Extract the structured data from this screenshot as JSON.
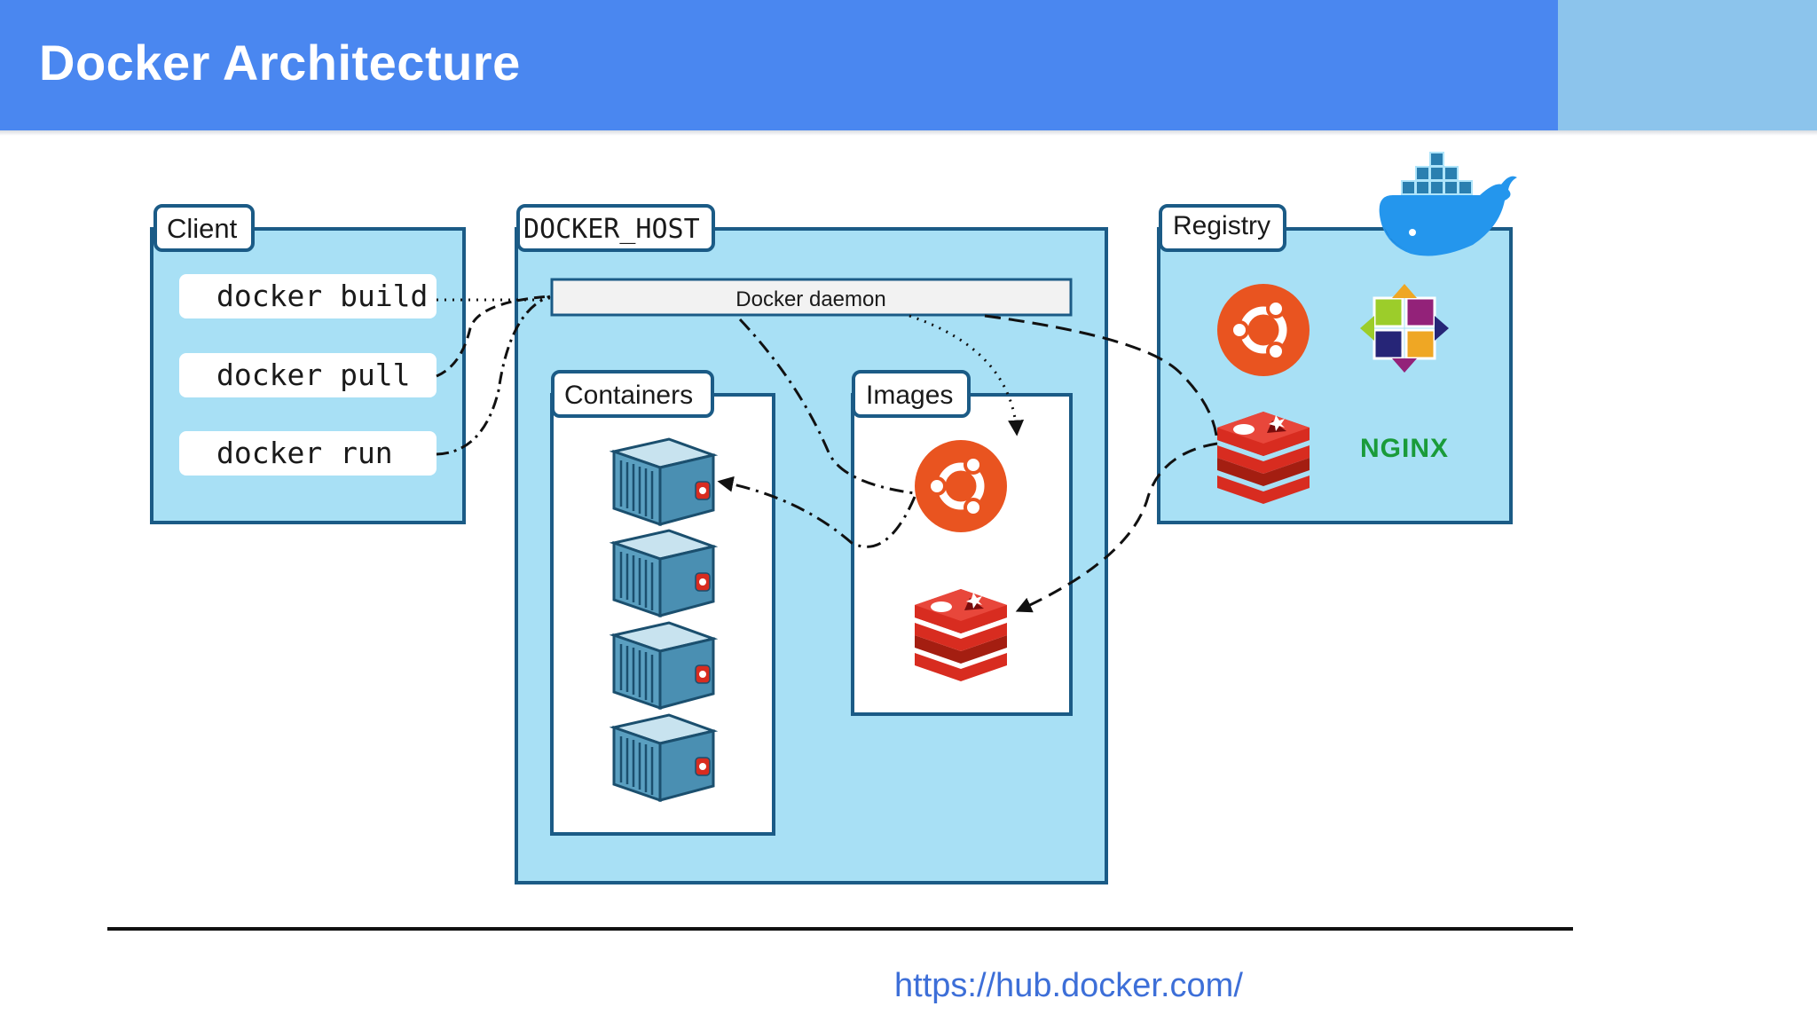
{
  "slide": {
    "title": "Docker Architecture",
    "link": "https://hub.docker.com/"
  },
  "diagram": {
    "client": {
      "label": "Client",
      "commands": [
        "docker build",
        "docker pull",
        "docker run"
      ]
    },
    "host": {
      "label": "DOCKER_HOST",
      "daemon": "Docker daemon",
      "containers_label": "Containers",
      "images_label": "Images"
    },
    "registry": {
      "label": "Registry",
      "nginx_text": "NGINX"
    }
  },
  "colors": {
    "header": "#4a87f0",
    "box_fill": "#a8e0f5",
    "box_border": "#1b5b86",
    "ubuntu": "#e95420",
    "redis": "#d82c20",
    "nginx": "#1a9b3a",
    "link": "#3d6fd8"
  },
  "icons": [
    "docker-whale-icon",
    "ubuntu-icon",
    "centos-icon",
    "redis-icon",
    "nginx-logo",
    "container-icon"
  ]
}
